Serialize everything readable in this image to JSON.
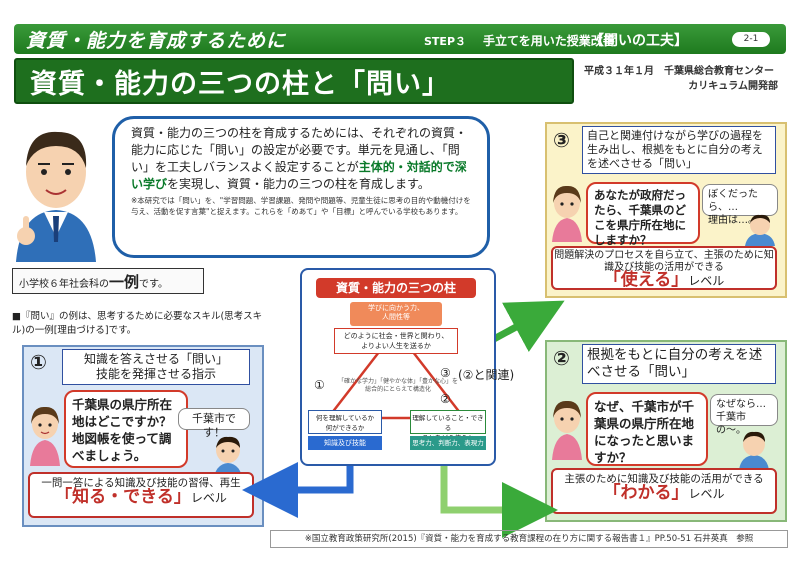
{
  "header": {
    "title": "資質・能力を育成するために",
    "step": "STEP３",
    "subtitle": "手立てを用いた授業改善",
    "tag": "【問いの工夫】",
    "page": "2-1"
  },
  "main_title": "資質・能力の三つの柱と「問い」",
  "meta": {
    "date_org": "平成３１年１月　千葉県総合教育センター",
    "dept": "カリキュラム開発部"
  },
  "intro": {
    "text_a": "資質・能力の三つの柱を育成するためには、それぞれの資質・能力に応じた「問い」の設定が必要です。単元を見通し、「問い」を工夫しバランスよく設定することが",
    "highlight": "主体的・対話的で深い学び",
    "text_b": "を実現し、資質・能力の三つの柱を育成します。",
    "note": "※本研究では「問い」を、\"学習問題、学習課題、発問や問題等、児童生徒に思考の目的や動機付けを与え、活動を促す言葉\"と捉えます。これらを「めあて」や「目標」と呼んでいる学校もあります。"
  },
  "example": {
    "prefix": "小学校６年社会科の",
    "bold": "一例",
    "suffix": "です。"
  },
  "explanation": "■『問い』の例は、思考するために必要なスキル(思考スキル)の一例[理由づける]です。",
  "box1": {
    "num": "①",
    "question": "知識を答えさせる「問い」\n技能を発揮させる指示",
    "bubble": "千葉県の県庁所在地はどこですか？地図帳を使って調べましょう。",
    "answer": "千葉市です！",
    "level_desc": "一問一答による知識及び技能の習得、再生",
    "level_big": "「知る・できる」",
    "level_suffix": "レベル"
  },
  "box2": {
    "num": "②",
    "question": "根拠をもとに自分の考えを述べさせる「問い」",
    "bubble": "なぜ、千葉市が千葉県の県庁所在地になったと思いますか？",
    "answer": "なぜなら…\n千葉市の〜。",
    "level_desc": "主張のために知識及び技能の活用ができる",
    "level_big": "「わかる」",
    "level_suffix": "レベル"
  },
  "box3": {
    "num": "③",
    "question": "自己と関連付けながら学びの過程を生み出し、根拠をもとに自分の考えを述べさせる「問い」",
    "bubble": "あなたが政府だったら、千葉県のどこを県庁所在地にしますか？",
    "answer": "ぼくだったら、…\n理由は…。",
    "level_desc": "問題解決のプロセスを自ら立て、主張のために知識及び技能の活用ができる",
    "level_big": "「使える」",
    "level_suffix": "レベル"
  },
  "pillar": {
    "title": "資質・能力の三つの柱",
    "top_label": "学びに向かう力、\n人間性等",
    "top_text": "どのように社会・世界と関わり、\nよりよい人生を送るか",
    "center_text": "「確かな学力」「健やかな体」「豊かな心」を\n総合的にとらえて構造化",
    "left_text": "何を理解しているか\n何ができるか",
    "left_label": "知識及び技能",
    "right_text": "理解していること・できる\nことをどう使うか",
    "right_label": "思考力、判断力、表現力等",
    "n1": "①",
    "n2": "②",
    "n3": "③",
    "relation": "(②と関連)"
  },
  "citation": "※国立教育政策研究所(2015)『資質・能力を育成する教育課程の在り方に関する報告書１』PP.50-51 石井英真　参照",
  "colors": {
    "header_green": "#1e7a1e",
    "arrow_green": "#3aaa3a",
    "arrow_blue": "#2a6ad0",
    "level_red": "#c0302a"
  }
}
